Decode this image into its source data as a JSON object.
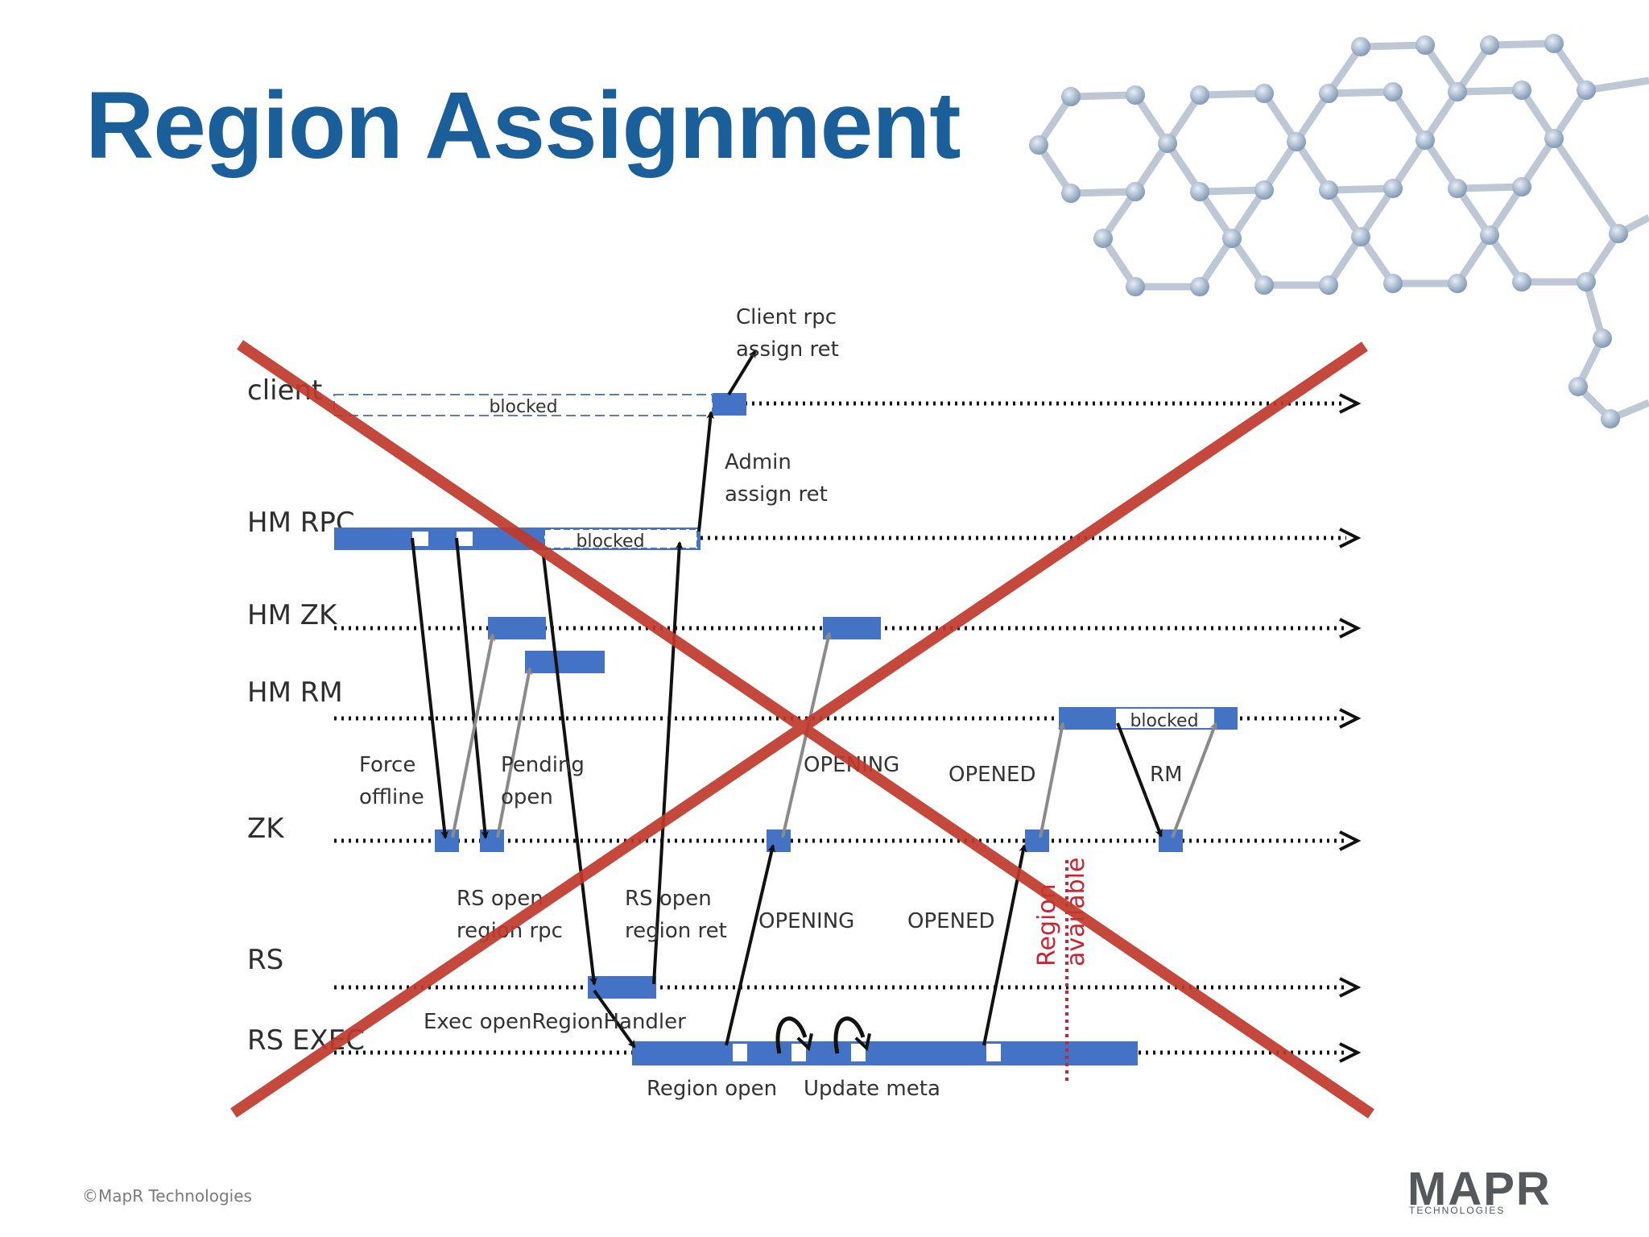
{
  "slide": {
    "title": "Region Assignment",
    "copyright": "©MapR Technologies"
  },
  "logo": {
    "wordmark": "MAPR",
    "tagline": "TECHNOLOGIES"
  },
  "diagram": {
    "lanes": [
      "client",
      "HM RPC",
      "HM ZK",
      "HM RM",
      "ZK",
      "RS",
      "RS EXEC"
    ],
    "blocked_label": "blocked",
    "labels": {
      "client_rpc_1": "Client rpc",
      "client_rpc_2": "assign ret",
      "admin_1": "Admin",
      "admin_2": "assign ret",
      "force_1": "Force",
      "force_2": "offline",
      "pending_1": "Pending",
      "pending_2": "open",
      "opening_upper": "OPENING",
      "opened_upper": "OPENED",
      "rm": "RM",
      "rs_open_rpc_1": "RS open",
      "rs_open_rpc_2": "region rpc",
      "rs_open_ret_1": "RS open",
      "rs_open_ret_2": "region ret",
      "opening_lower": "OPENING",
      "opened_lower": "OPENED",
      "region_available_1": "Region",
      "region_available_2": "available",
      "exec_handler": "Exec openRegionHandler",
      "region_open": "Region open",
      "update_meta": "Update meta"
    },
    "colors": {
      "bar": "#4472c4",
      "arrow_black": "#111111",
      "arrow_grey": "#8a8a8a",
      "cross": "#c0392b",
      "available_marker": "#cc2233",
      "title": "#1a5e9a"
    },
    "icons": [
      "molecule-graphic",
      "red-cross-mark"
    ]
  }
}
